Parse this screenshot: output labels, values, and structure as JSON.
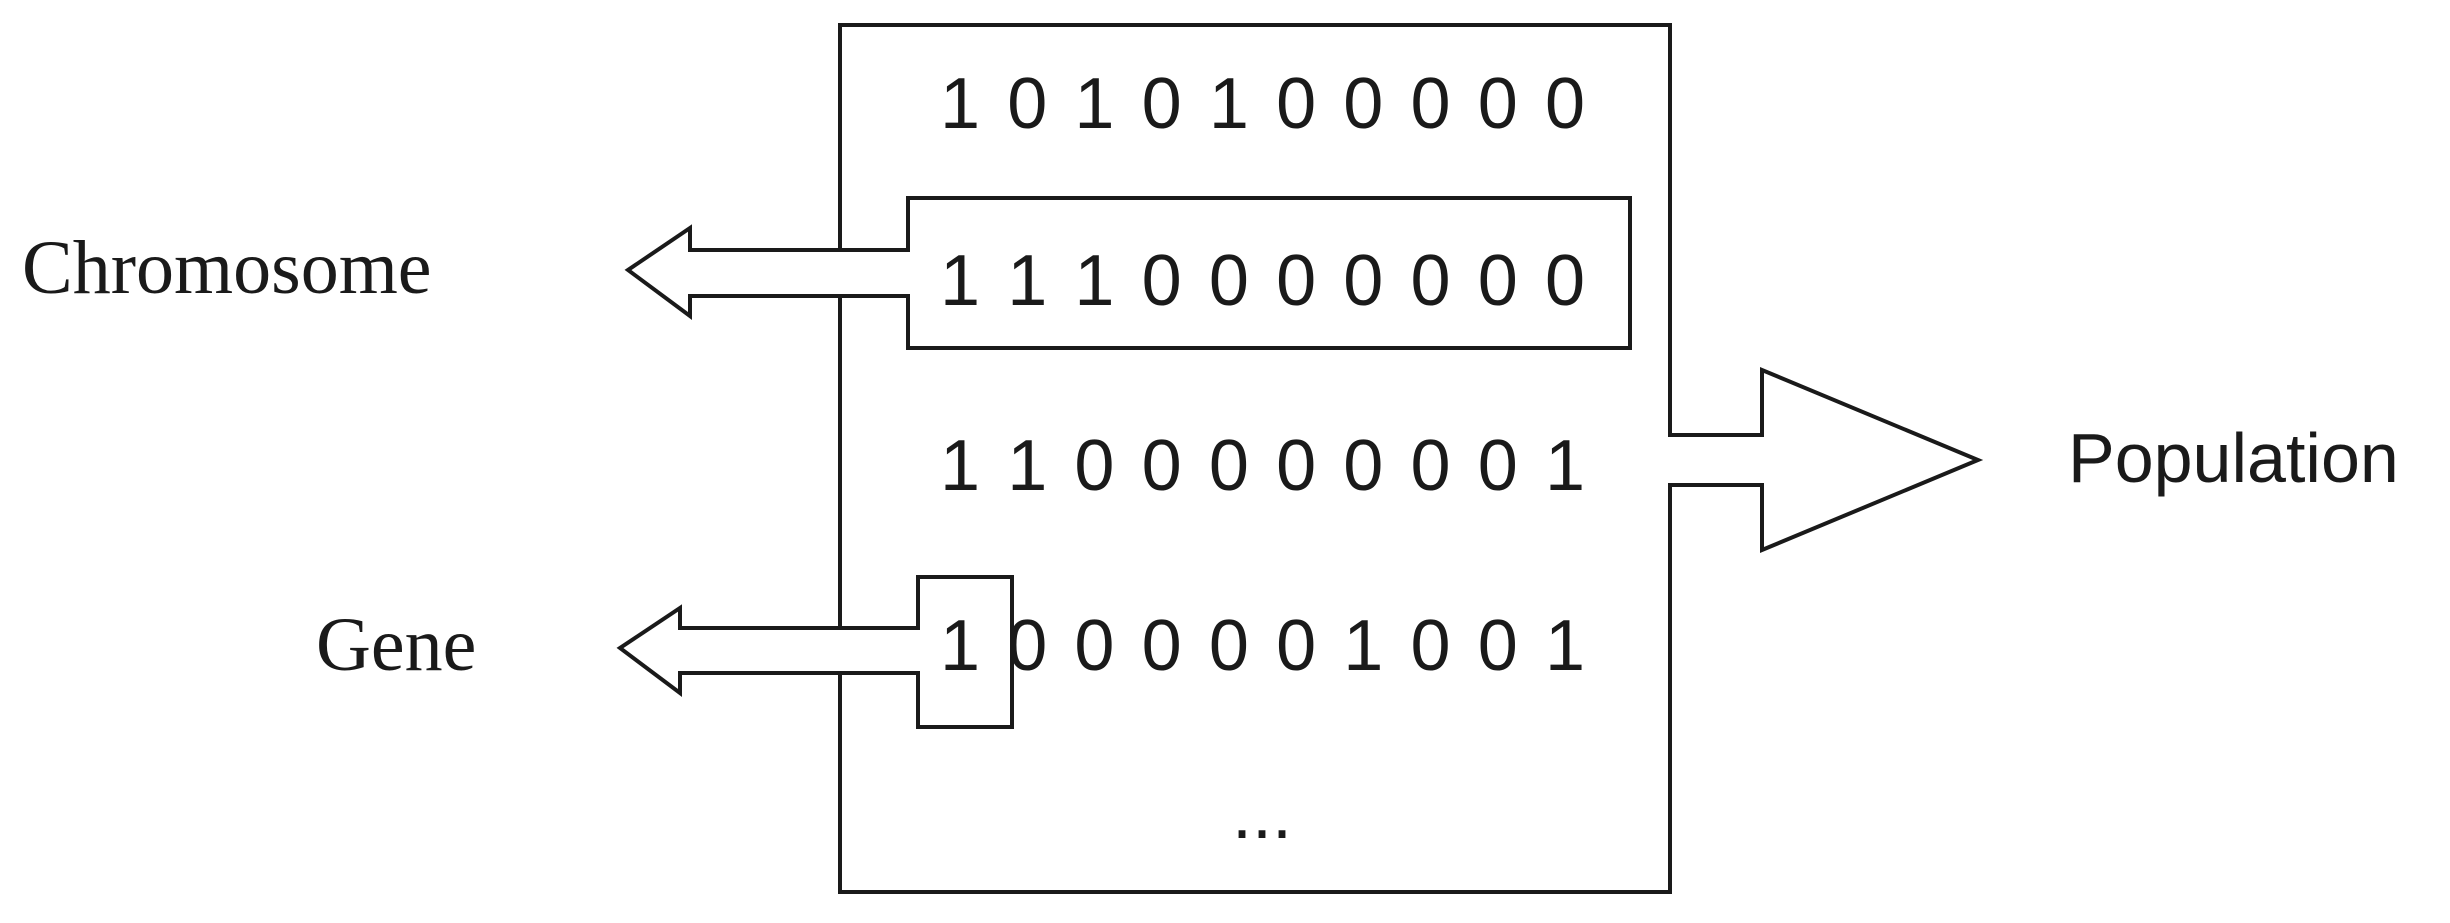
{
  "labels": {
    "chromosome": "Chromosome",
    "gene": "Gene",
    "population": "Population"
  },
  "population": {
    "rows": [
      "1 0 1 0 1 0 0 0 0 0",
      "1 1 1 0 0 0 0 0 0 0",
      "1 1 0 0 0 0 0 0 0 1",
      "1 0 0 0 0 0 1 0 0 1"
    ],
    "ellipsis": "..."
  }
}
